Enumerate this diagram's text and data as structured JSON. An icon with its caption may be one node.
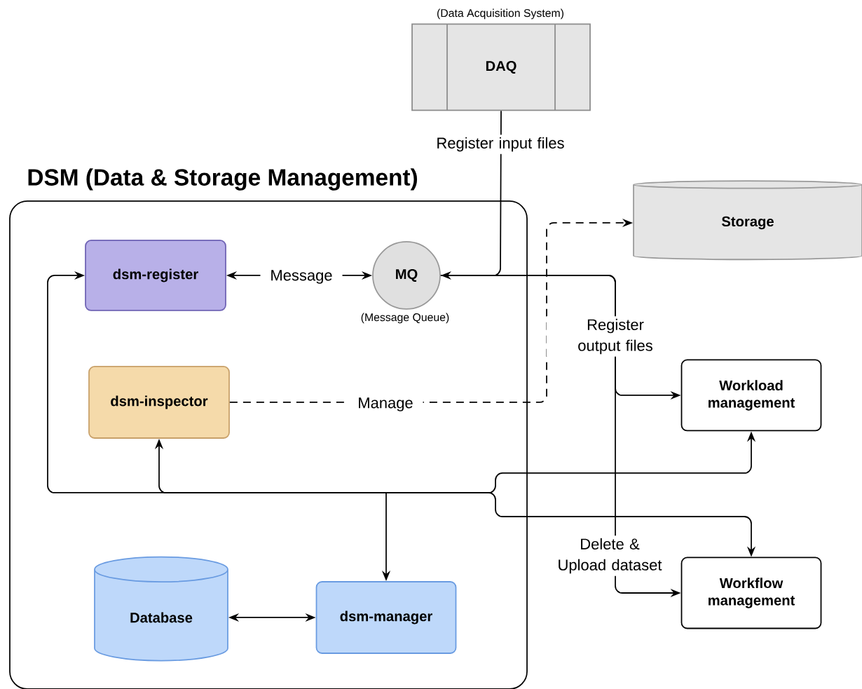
{
  "diagram": {
    "nodes": [
      {
        "text": [
          "DSM (Data & Storage Management)"
        ]
      },
      {
        "text": [
          "DAQ"
        ],
        "beside": [
          "(Data Acquisition System)"
        ]
      },
      {
        "text": [
          "Storage"
        ]
      },
      {
        "text": [
          "dsm-register"
        ],
        "in": 0
      },
      {
        "text": [
          "MQ"
        ],
        "beside": [
          "(Message Queue)"
        ],
        "in": 0
      },
      {
        "text": [
          "dsm-inspector"
        ],
        "in": 0
      },
      {
        "text": [
          "Workload management"
        ]
      },
      {
        "text": [
          "Workflow management"
        ]
      },
      {
        "text": [
          "Database"
        ],
        "in": 0
      },
      {
        "text": [
          "dsm-manager"
        ],
        "in": 0
      }
    ],
    "edges": [
      {
        "from": 1,
        "to": 4,
        "arrow": "to",
        "label": "Register input files"
      },
      {
        "from": 3,
        "to": 4,
        "arrow": "both",
        "label": "Message"
      },
      {
        "from": 5,
        "to": 2,
        "arrow": "to",
        "style": "dashed",
        "label": "Manage"
      },
      {
        "from": 4,
        "to": 6,
        "arrow": "to",
        "label": "Register output files"
      },
      {
        "from": 4,
        "to": 7,
        "arrow": "to",
        "label": "Delete & Upload dataset"
      },
      {
        "from": null,
        "to": 3,
        "arrow": "to"
      },
      {
        "from": null,
        "to": 5,
        "arrow": "to"
      },
      {
        "from": null,
        "to": 9,
        "arrow": "to"
      },
      {
        "from": null,
        "to": 6,
        "arrow": "to"
      },
      {
        "from": null,
        "to": 7,
        "arrow": "to"
      },
      {
        "from": 8,
        "to": 9,
        "arrow": "both"
      }
    ]
  }
}
